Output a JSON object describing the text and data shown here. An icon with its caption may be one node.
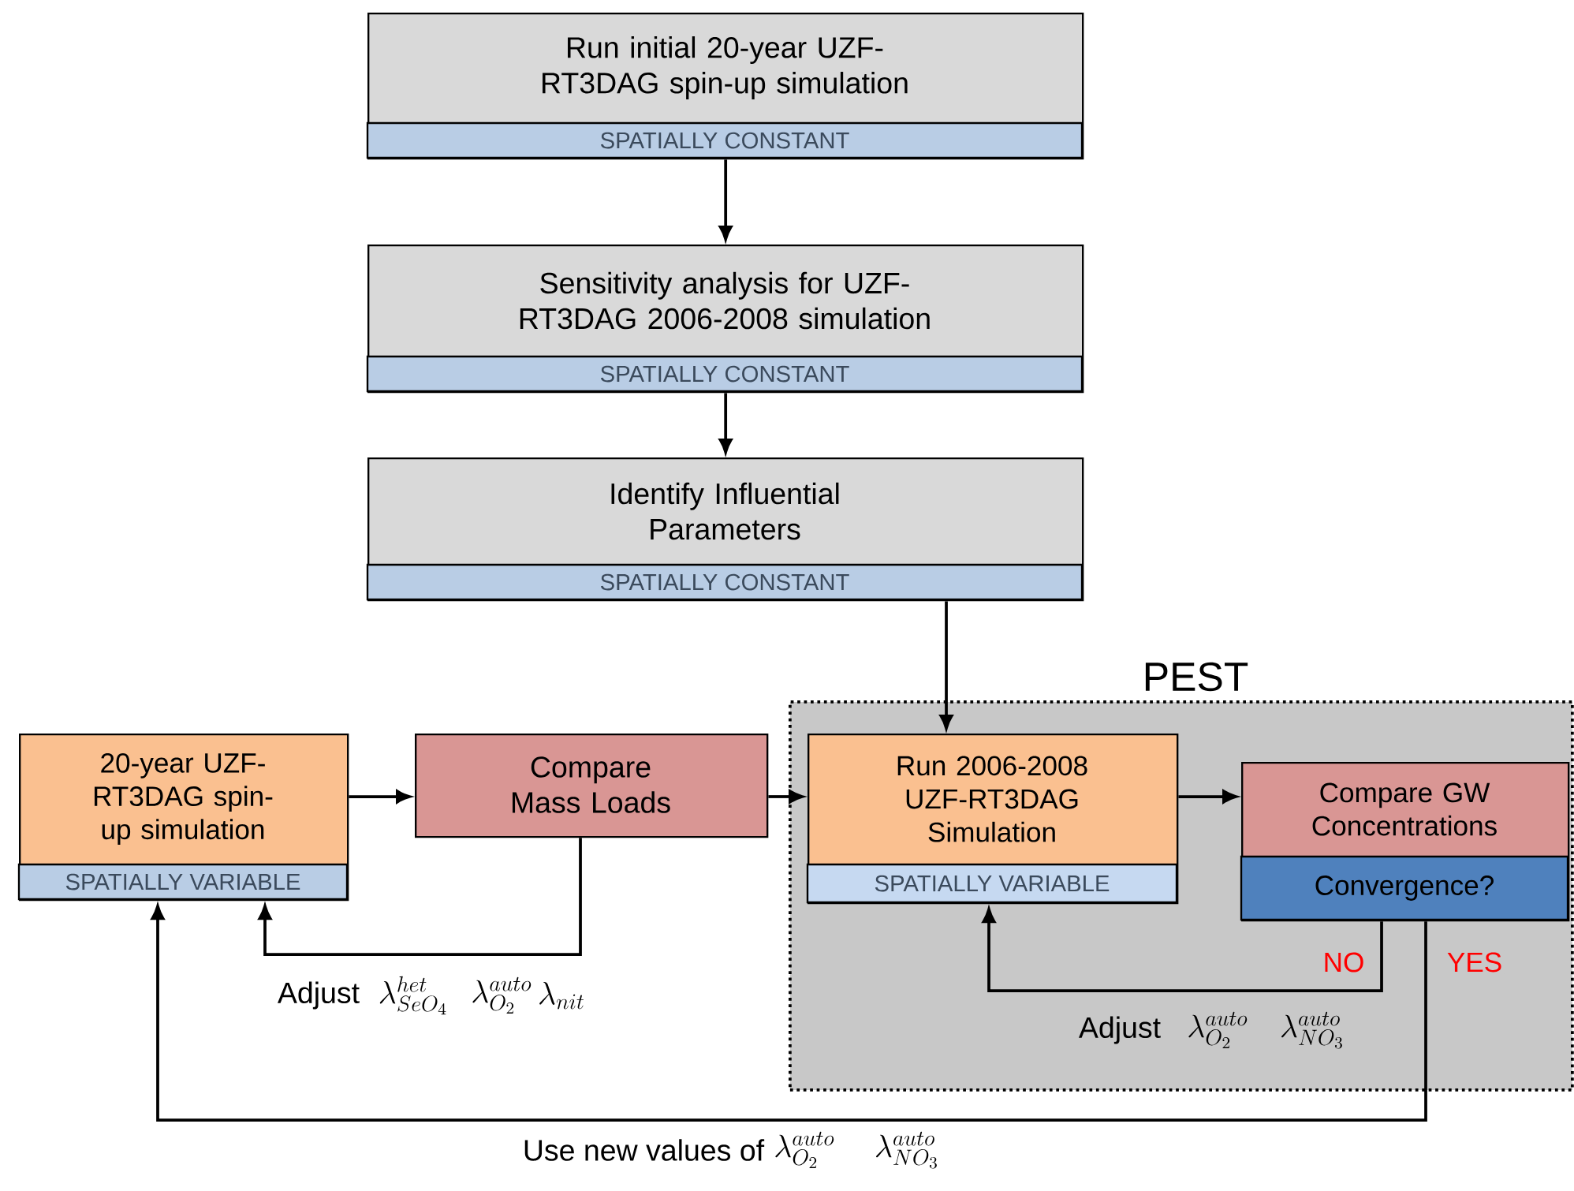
{
  "diagram": {
    "nodes": [
      {
        "text": [
          "Run initial 20-year UZF-RT3DAG spin-up simulation",
          "SPATIALLY CONSTANT"
        ]
      },
      {
        "text": [
          "Sensitivity analysis for UZF-RT3DAG 2006-2008 simulation",
          "SPATIALLY CONSTANT"
        ]
      },
      {
        "text": [
          "Identify Influential Parameters",
          "SPATIALLY CONSTANT"
        ]
      },
      {
        "text": [
          "PEST"
        ]
      },
      {
        "text": [
          "20-year UZF-RT3DAG spin-up simulation",
          "SPATIALLY VARIABLE"
        ]
      },
      {
        "text": [
          "Compare Mass Loads"
        ]
      },
      {
        "text": [
          "Run 2006-2008 UZF-RT3DAG Simulation",
          "SPATIALLY VARIABLE"
        ],
        "in": 3
      },
      {
        "text": [
          "Compare GW Concentrations",
          "Convergence?"
        ],
        "in": 3
      }
    ],
    "edges": [
      {
        "from": 0,
        "to": 1,
        "arrow": "to"
      },
      {
        "from": 1,
        "to": 2,
        "arrow": "to"
      },
      {
        "from": 2,
        "to": 6,
        "arrow": "to"
      },
      {
        "from": 4,
        "to": 5,
        "arrow": "to"
      },
      {
        "from": 5,
        "to": 6,
        "arrow": "to"
      },
      {
        "from": 6,
        "to": 7,
        "arrow": "to"
      },
      {
        "from": 5,
        "to": 4,
        "arrow": "to"
      },
      {
        "from": 7,
        "to": 6,
        "arrow": "to",
        "label": "NO"
      },
      {
        "from": 7,
        "to": 4,
        "arrow": "to",
        "label": "YES"
      }
    ],
    "labels": [
      "Adjust",
      "\\lambda^{het}_{SeO_4}",
      "\\lambda^{auto}_{O_2}",
      "\\lambda_{nit}",
      "Adjust",
      "\\lambda^{auto}_{O_2}",
      "\\lambda^{auto}_{NO_3}",
      "Use new values of",
      "\\lambda^{auto}_{O_2}",
      "\\lambda^{auto}_{NO_3}"
    ]
  }
}
